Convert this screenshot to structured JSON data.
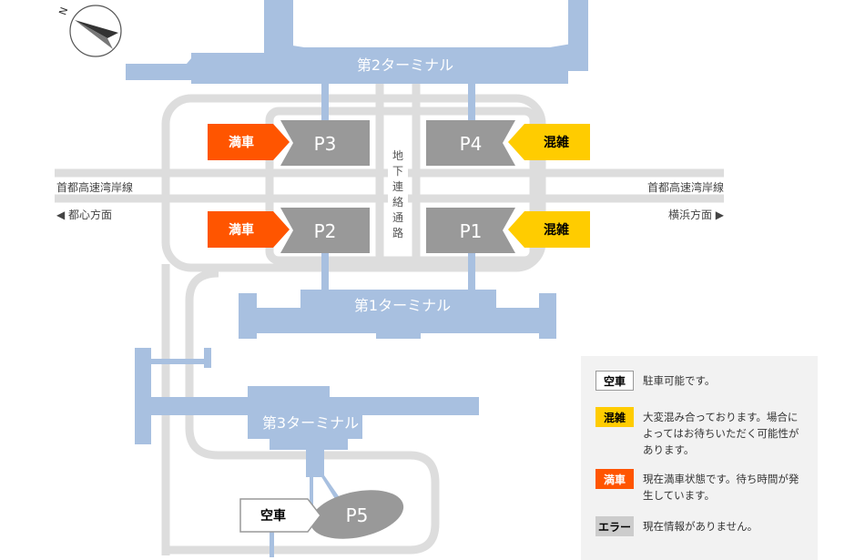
{
  "terminals": {
    "t1": "第1ターミナル",
    "t2": "第2ターミナル",
    "t3": "第3ターミナル"
  },
  "underground_passage": [
    "地",
    "下",
    "連",
    "絡",
    "通",
    "路"
  ],
  "highway": {
    "name_left": "首都高速湾岸線",
    "name_right": "首都高速湾岸線",
    "dir_left": "◀ 都心方面",
    "dir_right": "横浜方面 ▶"
  },
  "compass_letter": "N",
  "parking": {
    "p1": {
      "label": "P1",
      "status": "混雑"
    },
    "p2": {
      "label": "P2",
      "status": "満車"
    },
    "p3": {
      "label": "P3",
      "status": "満車"
    },
    "p4": {
      "label": "P4",
      "status": "混雑"
    },
    "p5": {
      "label": "P5",
      "status": "空車"
    }
  },
  "legend": [
    {
      "badge": "空車",
      "text": "駐車可能です。"
    },
    {
      "badge": "混雑",
      "text": "大変混み合っております。場合によってはお待ちいただく可能性があります。"
    },
    {
      "badge": "満車",
      "text": "現在満車状態です。待ち時間が発生しています。"
    },
    {
      "badge": "エラー",
      "text": "現在情報がありません。"
    }
  ],
  "colors": {
    "terminal": "#a8c0e0",
    "road": "#dddddd",
    "lot": "#999999",
    "full": "#ff5500",
    "busy": "#ffcc00",
    "empty": "#ffffff",
    "error": "#cccccc"
  }
}
